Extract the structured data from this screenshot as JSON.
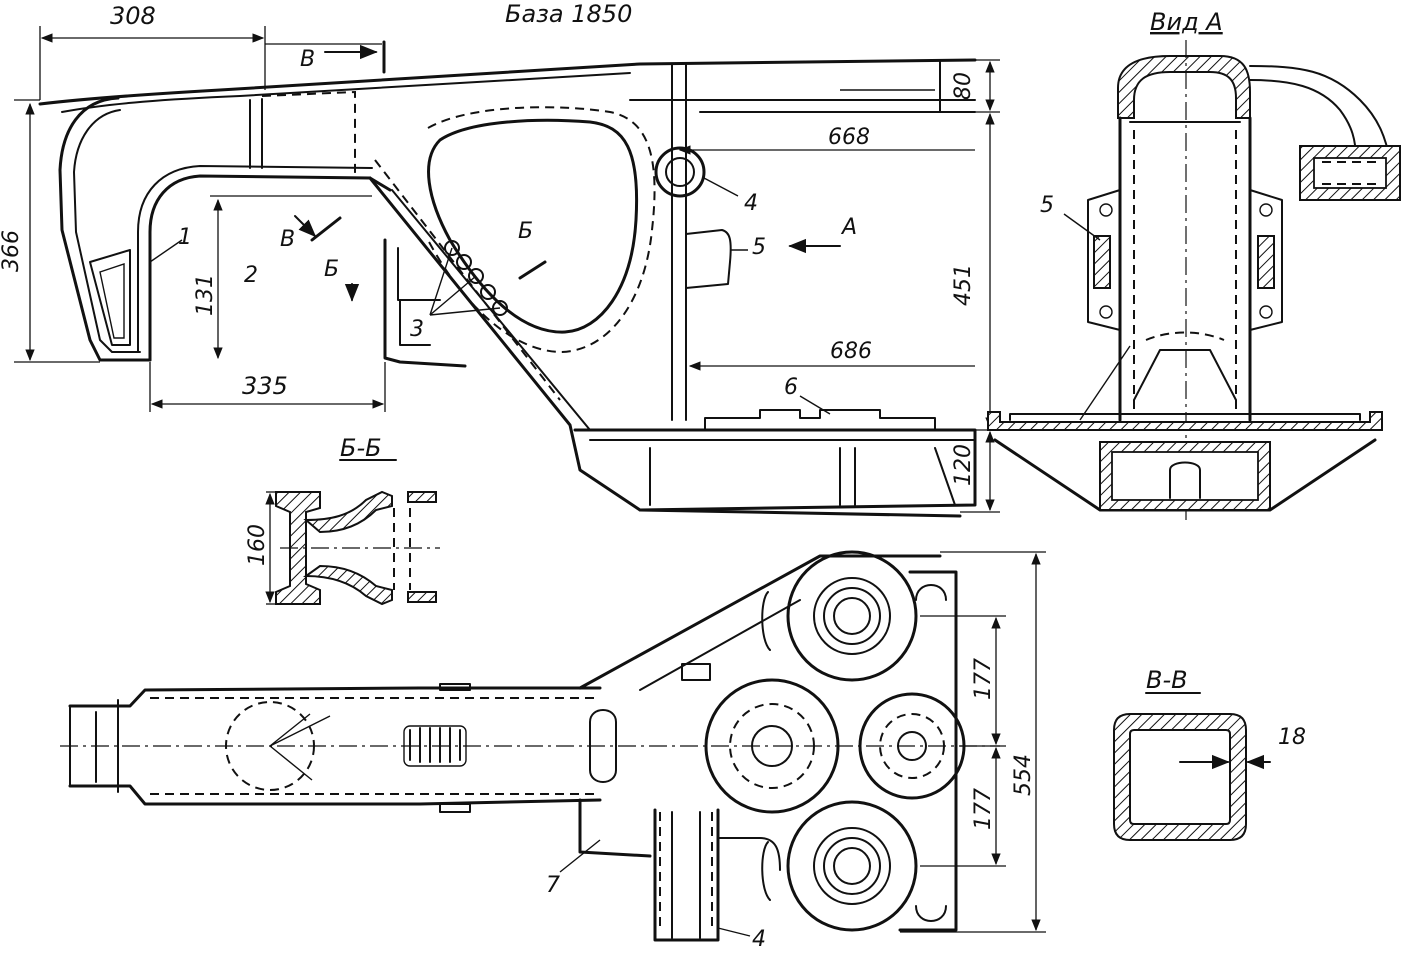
{
  "labels": {
    "dim_308": "308",
    "base_1850": "База 1850",
    "view_a_title": "Вид А",
    "arrow_a": "А",
    "section_b_marker": "В",
    "section_b_marker2": "В",
    "section_bb_marker": "Б",
    "section_bb_marker2": "Б",
    "section_bb_title": "Б-Б",
    "section_vv_title": "В-В",
    "dim_366": "366",
    "dim_131": "131",
    "dim_335": "335",
    "dim_668": "668",
    "dim_686": "686",
    "dim_451": "451",
    "dim_80": "80",
    "dim_120": "120",
    "dim_160": "160",
    "dim_177_top": "177",
    "dim_177_bottom": "177",
    "dim_554": "554",
    "dim_18": "18",
    "callout_1": "1",
    "callout_2": "2",
    "callout_3": "3",
    "callout_4_top": "4",
    "callout_5_side": "5",
    "callout_5_view": "5",
    "callout_6": "6",
    "callout_7": "7",
    "callout_4_bottom": "4"
  }
}
